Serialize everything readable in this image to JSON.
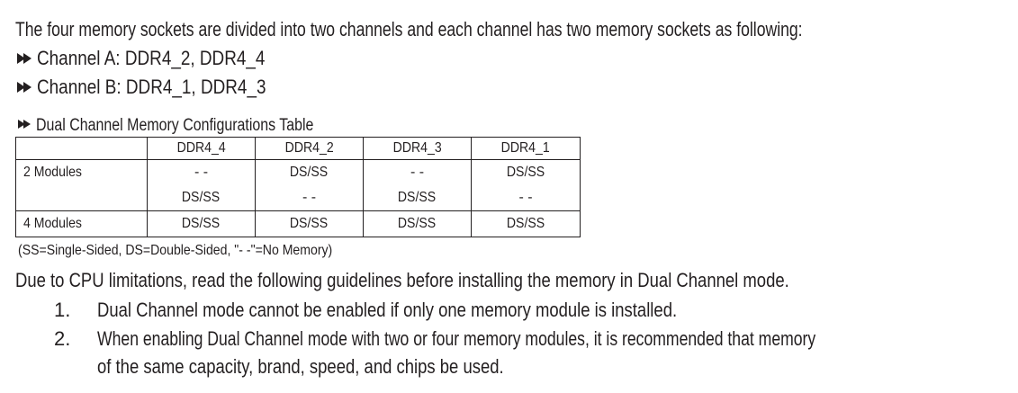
{
  "intro": "The four memory sockets are divided into two channels and each channel has two memory sockets as following:",
  "channels": [
    "Channel A: DDR4_2, DDR4_4",
    "Channel B: DDR4_1, DDR4_3"
  ],
  "table_title": "Dual Channel Memory Configurations Table",
  "table": {
    "headers": [
      "",
      "DDR4_4",
      "DDR4_2",
      "DDR4_3",
      "DDR4_1"
    ],
    "rows": [
      [
        "2 Modules",
        "- -",
        "DS/SS",
        "- -",
        "DS/SS"
      ],
      [
        "",
        "DS/SS",
        "- -",
        "DS/SS",
        "- -"
      ],
      [
        "4 Modules",
        "DS/SS",
        "DS/SS",
        "DS/SS",
        "DS/SS"
      ]
    ]
  },
  "legend": "(SS=Single-Sided, DS=Double-Sided, \"- -\"=No Memory)",
  "guideline_intro": "Due to CPU limitations, read the following guidelines before installing the memory in Dual Channel mode.",
  "guidelines": [
    {
      "num": "1.",
      "text": "Dual Channel mode cannot be enabled if only one memory module is installed."
    },
    {
      "num": "2.",
      "text": "When enabling Dual Channel mode with two or four memory modules, it is recommended that memory",
      "cont": "of the same capacity, brand, speed, and chips be used."
    }
  ]
}
